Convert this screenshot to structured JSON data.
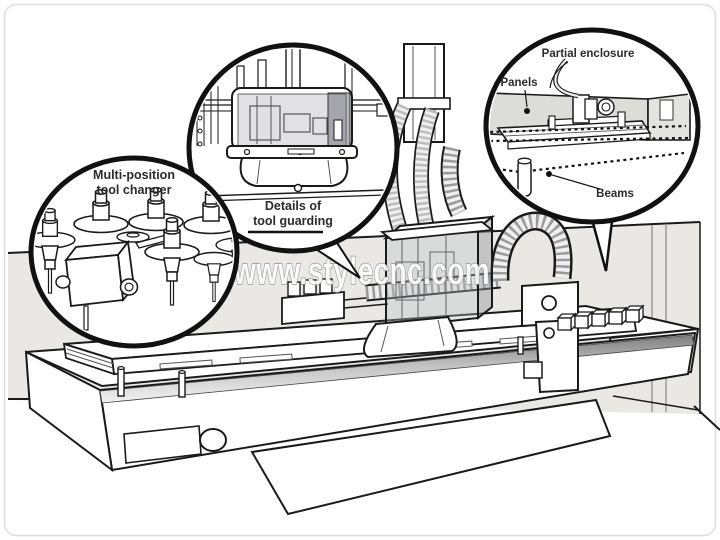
{
  "illustration": {
    "type": "cnc-router-technical-diagram",
    "watermark": "www.stylecnc.com",
    "callouts": {
      "tool_changer": {
        "line1": "Multi-position",
        "line2": "tool changer"
      },
      "tool_guarding": {
        "line1": "Details of",
        "line2": "tool guarding"
      },
      "enclosure": {
        "title": "Partial enclosure",
        "panels": "Panels",
        "beams": "Beams"
      }
    },
    "colors": {
      "wall": "#e9e8e5",
      "line": "#1a1a1a",
      "panel_gray": "#dcdcd8",
      "card_border": "#dedddb",
      "watermark_fill": "#fcfcfc",
      "watermark_stroke": "#8f8f8f"
    }
  }
}
